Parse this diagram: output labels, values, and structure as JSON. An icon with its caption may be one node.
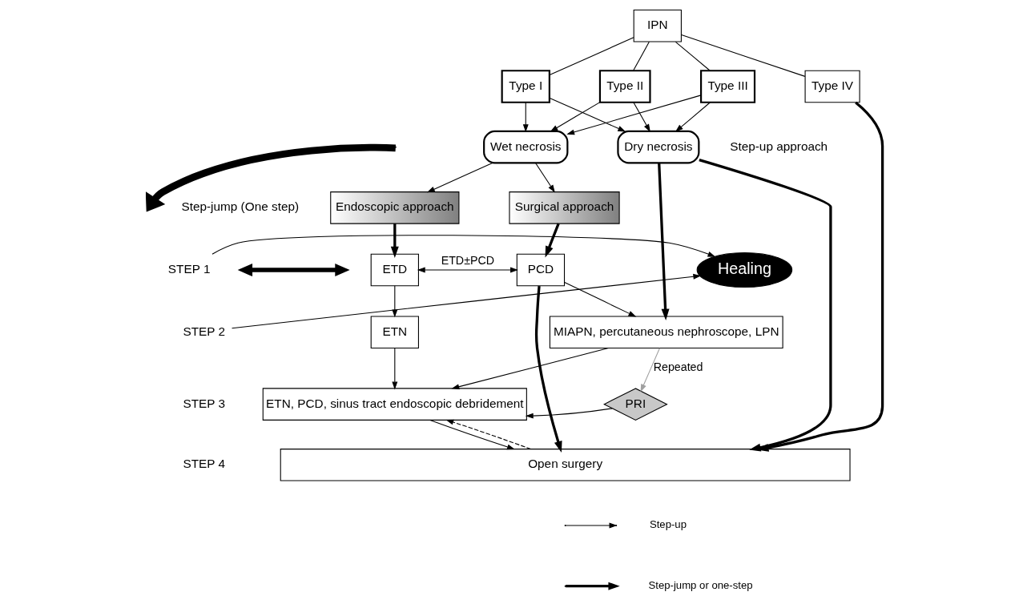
{
  "diagram": {
    "nodes": [
      {
        "text": [
          "IPN"
        ]
      },
      {
        "text": [
          "Type I"
        ]
      },
      {
        "text": [
          "Type II"
        ]
      },
      {
        "text": [
          "Type III"
        ]
      },
      {
        "text": [
          "Type IV"
        ]
      },
      {
        "text": [
          "Wet necrosis"
        ]
      },
      {
        "text": [
          "Dry necrosis"
        ]
      },
      {
        "text": [
          "Endoscopic approach"
        ]
      },
      {
        "text": [
          "Surgical approach"
        ]
      },
      {
        "text": [
          "ETD"
        ]
      },
      {
        "text": [
          "PCD"
        ]
      },
      {
        "text": [
          "ETN"
        ]
      },
      {
        "text": [
          "MIAPN, percutaneous nephroscope, LPN"
        ]
      },
      {
        "text": [
          "ETN, PCD, sinus tract endoscopic debridement"
        ]
      },
      {
        "text": [
          "PRI"
        ]
      },
      {
        "text": [
          "Open surgery"
        ]
      },
      {
        "text": [
          "Healing"
        ]
      },
      {
        "text": [
          "STEP 1"
        ]
      },
      {
        "text": [
          "STEP 2"
        ]
      }
    ],
    "edges": [
      {
        "from": 0,
        "to": 1,
        "arrow": "none"
      },
      {
        "from": 0,
        "to": 2,
        "arrow": "none"
      },
      {
        "from": 0,
        "to": 3,
        "arrow": "none"
      },
      {
        "from": 0,
        "to": 4,
        "arrow": "none"
      },
      {
        "from": 1,
        "to": 5,
        "arrow": "to"
      },
      {
        "from": 2,
        "to": 5,
        "arrow": "to"
      },
      {
        "from": 3,
        "to": 5,
        "arrow": "to"
      },
      {
        "from": 1,
        "to": 6,
        "arrow": "to"
      },
      {
        "from": 2,
        "to": 6,
        "arrow": "to"
      },
      {
        "from": 3,
        "to": 6,
        "arrow": "to"
      },
      {
        "from": 5,
        "to": 7,
        "arrow": "to"
      },
      {
        "from": 5,
        "to": 8,
        "arrow": "to"
      },
      {
        "from": 7,
        "to": 9,
        "arrow": "to",
        "style": "thick"
      },
      {
        "from": 8,
        "to": 10,
        "arrow": "to",
        "style": "thick"
      },
      {
        "from": 9,
        "to": 10,
        "arrow": "both",
        "label": "ETD±PCD"
      },
      {
        "from": 9,
        "to": 11,
        "arrow": "to"
      },
      {
        "from": 10,
        "to": 12,
        "arrow": "to"
      },
      {
        "from": 11,
        "to": 13,
        "arrow": "to"
      },
      {
        "from": 12,
        "to": 13,
        "arrow": "to"
      },
      {
        "from": 12,
        "to": 14,
        "arrow": "to",
        "label": "Repeated",
        "color": "#a0a0a0"
      },
      {
        "from": 14,
        "to": 13,
        "arrow": "to"
      },
      {
        "from": 13,
        "to": 15,
        "arrow": "to"
      },
      {
        "from": 15,
        "to": 13,
        "arrow": "to",
        "style": "dashed"
      },
      {
        "from": 6,
        "to": 12,
        "arrow": "to",
        "style": "thick"
      },
      {
        "from": 6,
        "to": 15,
        "arrow": "to",
        "style": "thick"
      },
      {
        "from": 10,
        "to": 15,
        "arrow": "to",
        "style": "thick"
      },
      {
        "from": 4,
        "to": 15,
        "arrow": "to",
        "style": "thick"
      },
      {
        "from": 17,
        "to": 16,
        "arrow": "to"
      },
      {
        "from": 18,
        "to": 16,
        "arrow": "to"
      }
    ],
    "labels": [
      "Step-up approach",
      "Step-jump (One step)",
      "STEP 3",
      "STEP 4"
    ],
    "legend": [
      {
        "text": "Step-up"
      },
      {
        "text": "Step-jump or one-step"
      }
    ]
  }
}
